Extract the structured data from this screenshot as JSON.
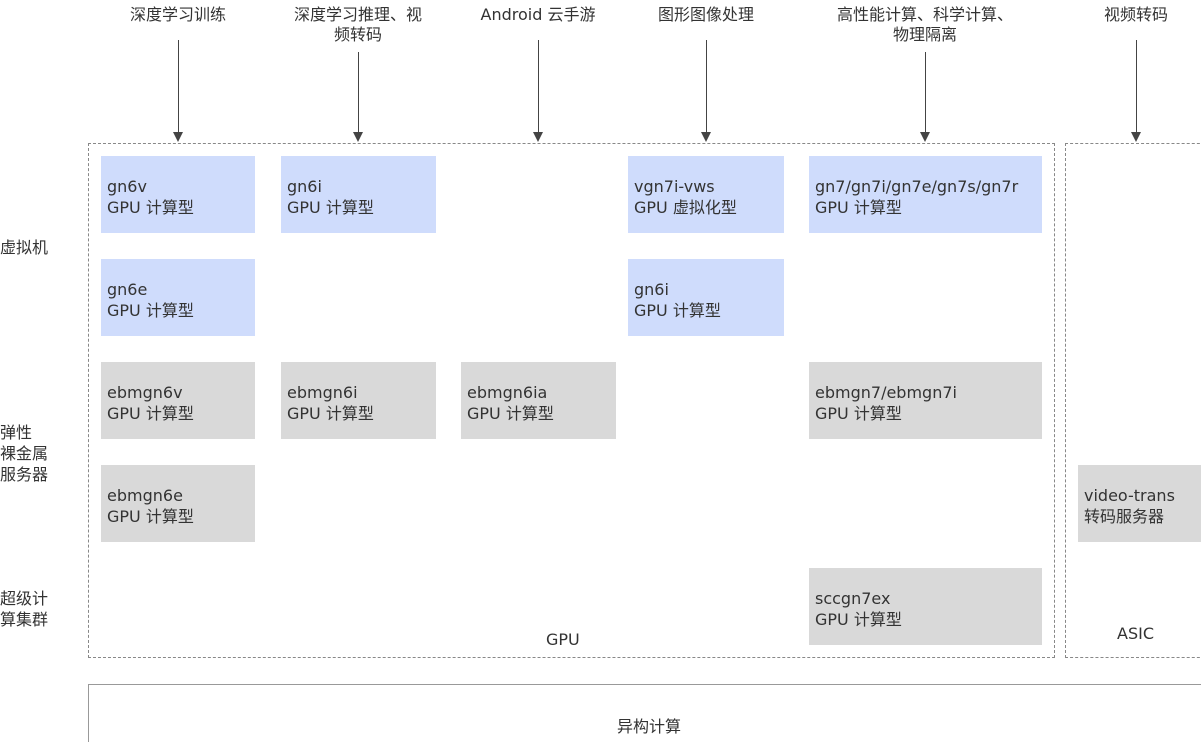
{
  "scenarios": [
    {
      "id": "dl-training",
      "label": "深度学习训练"
    },
    {
      "id": "dl-inference",
      "label": "深度学习推理、视\n频转码"
    },
    {
      "id": "android-cloud-gaming",
      "label": "Android 云手游"
    },
    {
      "id": "graphics",
      "label": "图形图像处理"
    },
    {
      "id": "hpc",
      "label": "高性能计算、科学计算、\n物理隔离"
    },
    {
      "id": "video-transcode",
      "label": "视频转码"
    }
  ],
  "rows": [
    {
      "id": "vm",
      "label": "虚拟机"
    },
    {
      "id": "bare-metal",
      "label": "弹性\n裸金属\n服务器"
    },
    {
      "id": "scc",
      "label": "超级计\n算集群"
    }
  ],
  "regions": {
    "gpu": "GPU",
    "asic": "ASIC"
  },
  "boxes": [
    {
      "id": "gn6v",
      "name": "gn6v",
      "type": "GPU 计算型",
      "kind": "vm"
    },
    {
      "id": "gn6e",
      "name": "gn6e",
      "type": "GPU 计算型",
      "kind": "vm"
    },
    {
      "id": "ebmgn6v",
      "name": "ebmgn6v",
      "type": "GPU 计算型",
      "kind": "bm"
    },
    {
      "id": "ebmgn6e",
      "name": "ebmgn6e",
      "type": "GPU 计算型",
      "kind": "bm"
    },
    {
      "id": "gn6i-a",
      "name": "gn6i",
      "type": "GPU 计算型",
      "kind": "vm"
    },
    {
      "id": "ebmgn6i",
      "name": "ebmgn6i",
      "type": "GPU 计算型",
      "kind": "bm"
    },
    {
      "id": "ebmgn6ia",
      "name": "ebmgn6ia",
      "type": "GPU 计算型",
      "kind": "bm"
    },
    {
      "id": "vgn7i-vws",
      "name": "vgn7i-vws",
      "type": "GPU 虚拟化型",
      "kind": "vm"
    },
    {
      "id": "gn6i-b",
      "name": "gn6i",
      "type": "GPU 计算型",
      "kind": "vm"
    },
    {
      "id": "gn7-family",
      "name": "gn7/gn7i/gn7e/gn7s/gn7r",
      "type": "GPU 计算型",
      "kind": "vm"
    },
    {
      "id": "ebmgn7",
      "name": "ebmgn7/ebmgn7i",
      "type": "GPU 计算型",
      "kind": "bm"
    },
    {
      "id": "sccgn7ex",
      "name": "sccgn7ex",
      "type": "GPU 计算型",
      "kind": "bm"
    },
    {
      "id": "video-trans",
      "name": "video-trans",
      "type": "转码服务器",
      "kind": "bm"
    }
  ],
  "footer": "异构计算"
}
